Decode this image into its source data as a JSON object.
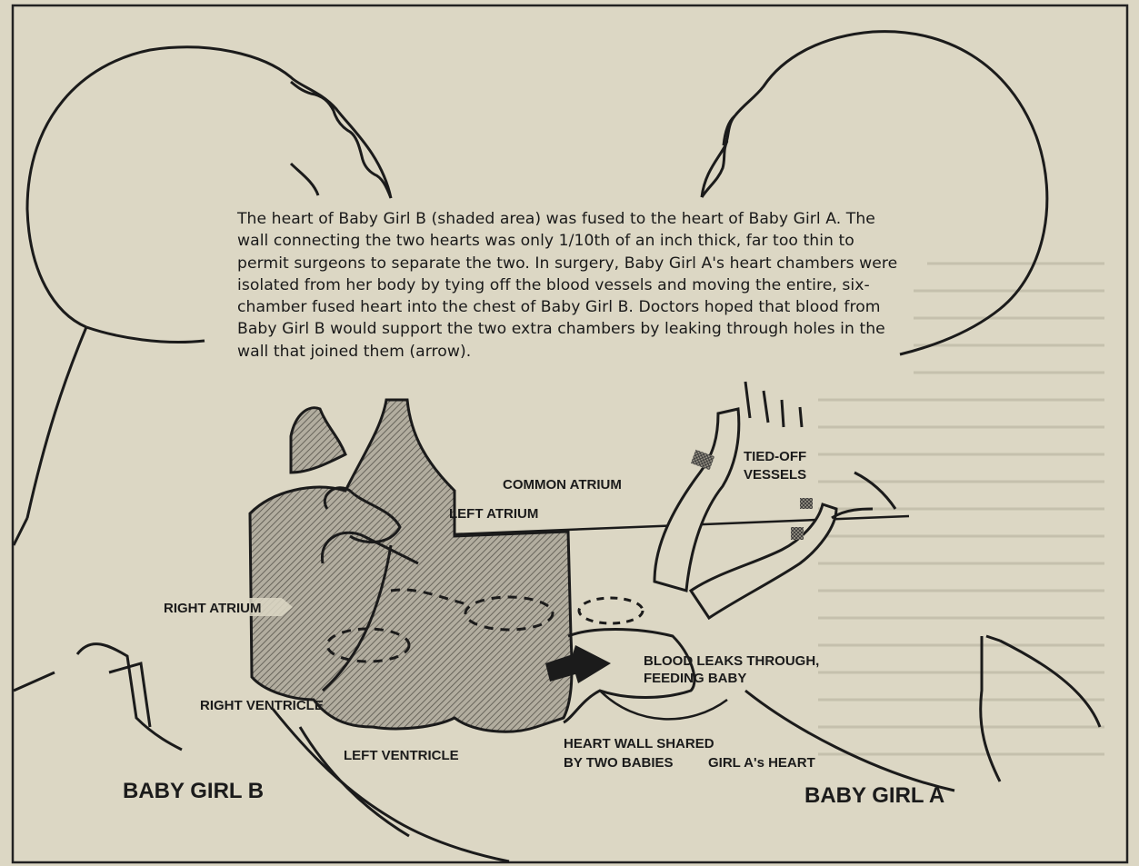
{
  "caption": "The heart of Baby Girl B (shaded area) was fused to the heart of Baby Girl A. The wall connecting the two hearts was only 1/10th of an inch thick, far too thin to permit surgeons to separate the two. In surgery, Baby Girl A's heart chambers were isolated from her body by tying off the blood vessels and moving the entire, six-chamber fused heart into the chest of Baby Girl B. Doctors hoped that blood from Baby Girl B would support the two extra chambers by leaking through holes in the wall that joined them (arrow).",
  "labels": {
    "common_atrium": "COMMON ATRIUM",
    "left_atrium": "LEFT ATRIUM",
    "right_atrium": "RIGHT ATRIUM",
    "right_ventricle": "RIGHT VENTRICLE",
    "left_ventricle": "LEFT VENTRICLE",
    "tied_off_1": "TIED-OFF",
    "tied_off_2": "VESSELS",
    "blood_leaks_1": "BLOOD LEAKS THROUGH,",
    "blood_leaks_2": "FEEDING BABY",
    "shared_wall_1": "HEART WALL SHARED",
    "shared_wall_2": "BY TWO BABIES",
    "girl_a_heart": "GIRL A's HEART",
    "baby_b": "BABY GIRL B",
    "baby_a": "BABY GIRL A"
  },
  "colors": {
    "paper": "#dcd7c4",
    "ink": "#1b1b1b",
    "shading": "#a9a497"
  }
}
